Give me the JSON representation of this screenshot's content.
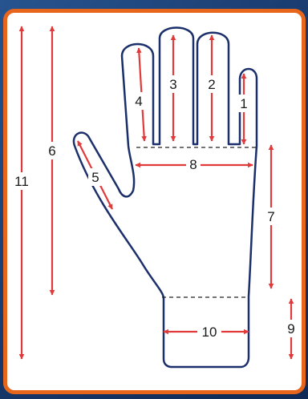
{
  "colors": {
    "frame": "#e8661c",
    "background": "#1c3d73",
    "outline": "#1b2f6b",
    "arrow": "#e03a3a"
  },
  "labels": {
    "m1": "1",
    "m2": "2",
    "m3": "3",
    "m4": "4",
    "m5": "5",
    "m6": "6",
    "m7": "7",
    "m8": "8",
    "m9": "9",
    "m10": "10",
    "m11": "11"
  }
}
